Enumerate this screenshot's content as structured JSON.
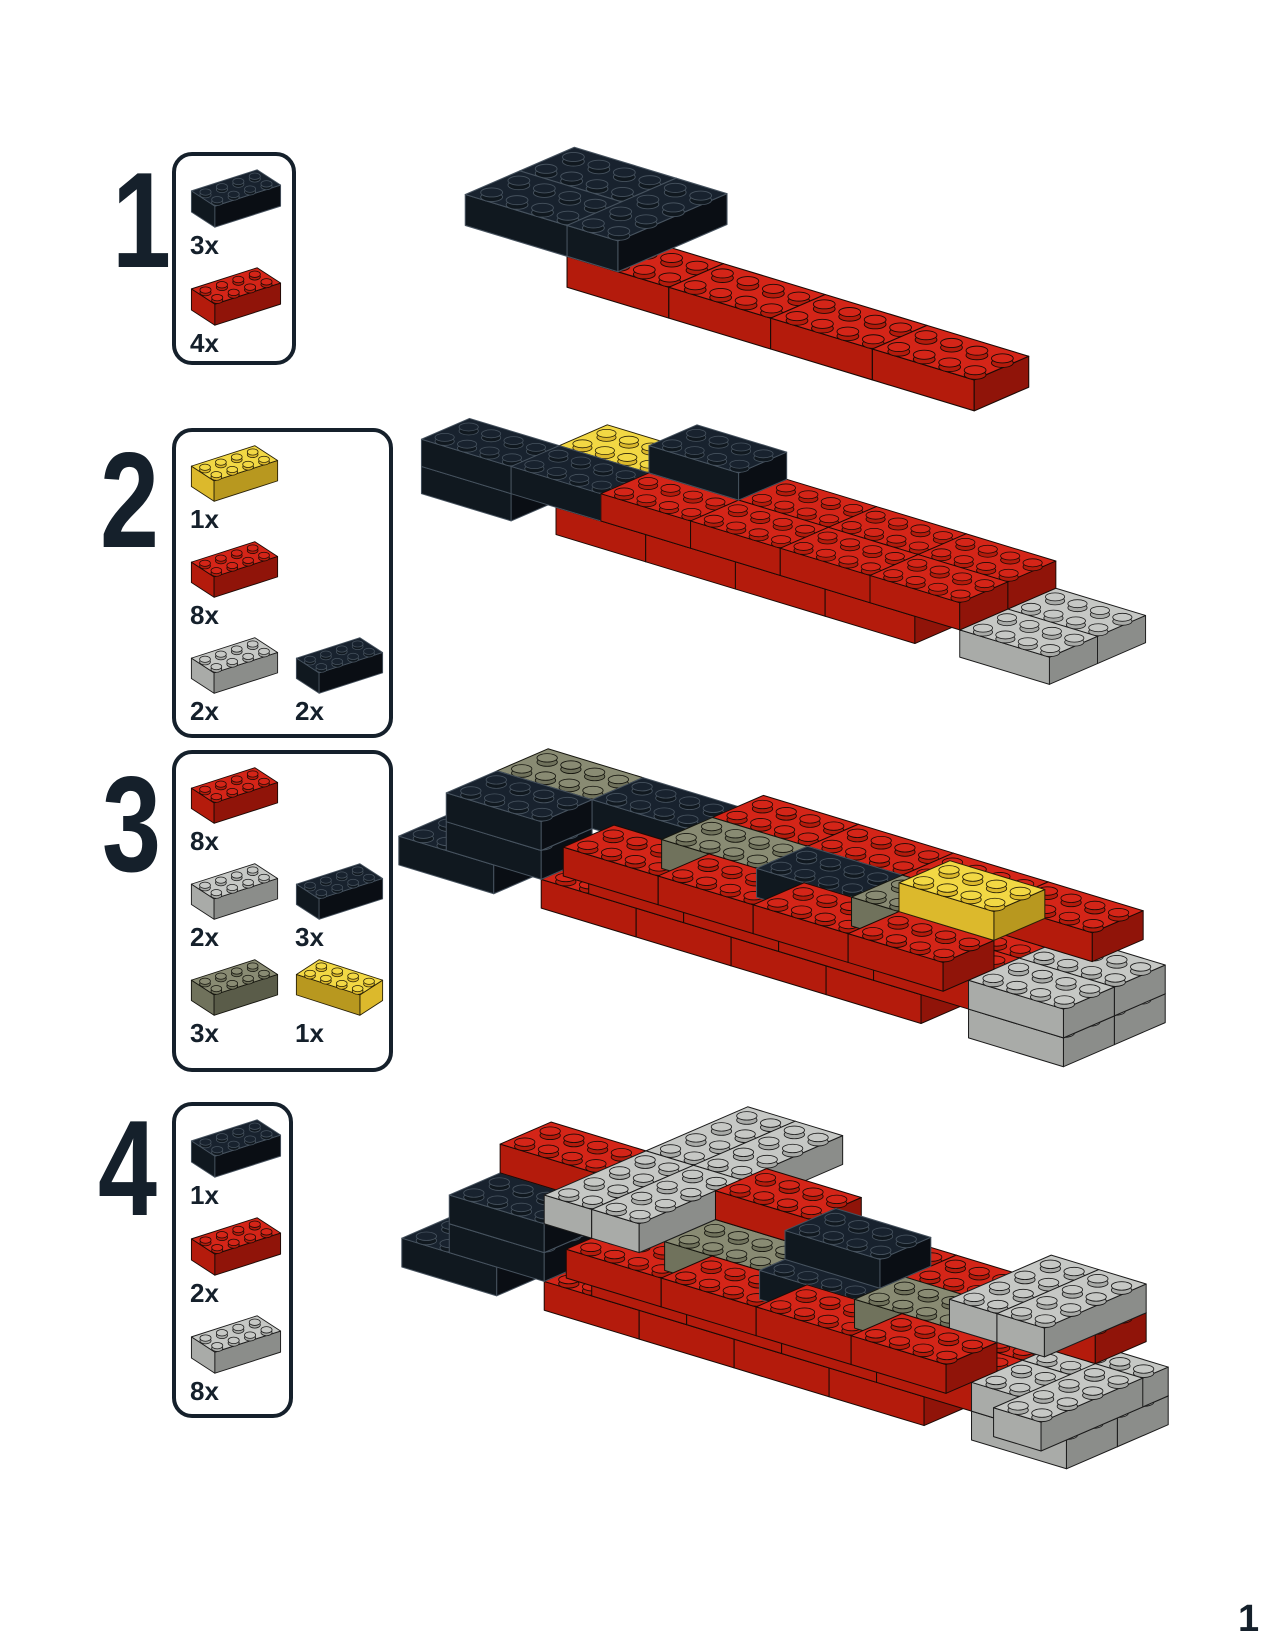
{
  "page": {
    "number": "1",
    "background": "#ffffff",
    "ink": "#15202b"
  },
  "colors": {
    "black": {
      "name": "black brick 2x4",
      "top": "#18222e",
      "front": "#10181f",
      "side": "#0a0e14",
      "line": "#46525e"
    },
    "red": {
      "name": "red brick 2x4",
      "top": "#d42518",
      "front": "#b41b0c",
      "side": "#901409",
      "line": "#1c0a06"
    },
    "yellow": {
      "name": "yellow brick 2x4",
      "top": "#f2d844",
      "front": "#dcb92c",
      "side": "#b8981f",
      "line": "#2a2208"
    },
    "gray": {
      "name": "gray brick 2x4",
      "top": "#c6c8c5",
      "front": "#a9aba8",
      "side": "#8b8d8a",
      "line": "#1c1c1c"
    },
    "darkgray": {
      "name": "dark gray brick 2x4",
      "top": "#898b73",
      "front": "#70725c",
      "side": "#5a5c49",
      "line": "#16160f"
    }
  },
  "steps": [
    {
      "number": "1",
      "parts": [
        {
          "color": "black",
          "count": "3x"
        },
        {
          "color": "red",
          "count": "4x"
        }
      ]
    },
    {
      "number": "2",
      "parts": [
        {
          "color": "yellow",
          "count": "1x"
        },
        {
          "color": "red",
          "count": "8x"
        },
        {
          "color": "gray",
          "count": "2x"
        },
        {
          "color": "black",
          "count": "2x"
        }
      ]
    },
    {
      "number": "3",
      "parts": [
        {
          "color": "red",
          "count": "8x"
        },
        {
          "color": "gray",
          "count": "2x"
        },
        {
          "color": "black",
          "count": "3x"
        },
        {
          "color": "darkgray",
          "count": "3x"
        },
        {
          "color": "yellow",
          "count": "1x",
          "flip": true
        }
      ]
    },
    {
      "number": "4",
      "parts": [
        {
          "color": "black",
          "count": "1x"
        },
        {
          "color": "red",
          "count": "2x"
        },
        {
          "color": "gray",
          "count": "8x"
        }
      ]
    }
  ],
  "assemblies": [
    {
      "step": "1",
      "bricks": [
        [
          "black",
          0,
          0,
          1,
          4,
          2
        ],
        [
          "black",
          0,
          2,
          1,
          4,
          2
        ],
        [
          "black",
          4,
          0,
          1,
          2,
          4
        ],
        [
          "red",
          4,
          2,
          0,
          4,
          2
        ],
        [
          "red",
          8,
          2,
          0,
          4,
          2
        ],
        [
          "red",
          12,
          2,
          0,
          4,
          2
        ],
        [
          "red",
          16,
          2,
          0,
          4,
          2
        ]
      ]
    },
    {
      "step": "2",
      "bricks": [
        [
          "red",
          4,
          2,
          0,
          4,
          2
        ],
        [
          "red",
          8,
          2,
          0,
          4,
          2
        ],
        [
          "red",
          12,
          2,
          0,
          4,
          2
        ],
        [
          "red",
          16,
          2,
          0,
          4,
          2
        ],
        [
          "red",
          6,
          0,
          1,
          4,
          2
        ],
        [
          "red",
          10,
          0,
          1,
          4,
          2
        ],
        [
          "red",
          14,
          0,
          1,
          4,
          2
        ],
        [
          "red",
          18,
          0,
          1,
          4,
          2
        ],
        [
          "red",
          6,
          2,
          1,
          4,
          2
        ],
        [
          "red",
          10,
          2,
          1,
          4,
          2
        ],
        [
          "red",
          14,
          2,
          1,
          4,
          2
        ],
        [
          "red",
          18,
          2,
          1,
          4,
          2
        ],
        [
          "yellow",
          2,
          0,
          1,
          4,
          2
        ],
        [
          "black",
          -2,
          2,
          1,
          4,
          2
        ],
        [
          "black",
          -2,
          2,
          0,
          4,
          2
        ],
        [
          "black",
          2,
          2,
          1,
          4,
          2
        ],
        [
          "black",
          6,
          0,
          2,
          4,
          2
        ],
        [
          "gray",
          22,
          0,
          0,
          4,
          2
        ],
        [
          "gray",
          22,
          2,
          0,
          4,
          2
        ]
      ]
    },
    {
      "step": "3",
      "bricks": [
        [
          "red",
          4,
          2,
          0,
          4,
          2
        ],
        [
          "red",
          8,
          2,
          0,
          4,
          2
        ],
        [
          "red",
          12,
          2,
          0,
          4,
          2
        ],
        [
          "red",
          16,
          2,
          0,
          4,
          2
        ],
        [
          "red",
          6,
          0,
          1,
          4,
          2
        ],
        [
          "red",
          10,
          0,
          1,
          4,
          2
        ],
        [
          "red",
          14,
          0,
          1,
          4,
          2
        ],
        [
          "red",
          18,
          0,
          1,
          4,
          2
        ],
        [
          "red",
          6,
          2,
          1,
          4,
          2
        ],
        [
          "red",
          10,
          2,
          1,
          4,
          2
        ],
        [
          "red",
          14,
          2,
          1,
          4,
          2
        ],
        [
          "red",
          18,
          2,
          1,
          4,
          2
        ],
        [
          "gray",
          22,
          0,
          0,
          4,
          2
        ],
        [
          "gray",
          22,
          2,
          0,
          4,
          2
        ],
        [
          "gray",
          22,
          0,
          1,
          4,
          2
        ],
        [
          "gray",
          22,
          2,
          1,
          4,
          2
        ],
        [
          "red",
          8,
          -1,
          2,
          4,
          2
        ],
        [
          "red",
          12,
          -1,
          2,
          4,
          2
        ],
        [
          "red",
          16,
          -1,
          2,
          4,
          2
        ],
        [
          "red",
          20,
          -1,
          2,
          4,
          2
        ],
        [
          "red",
          6,
          3,
          2,
          4,
          2
        ],
        [
          "red",
          10,
          3,
          2,
          4,
          2
        ],
        [
          "red",
          14,
          3,
          2,
          4,
          2
        ],
        [
          "red",
          18,
          3,
          2,
          4,
          2
        ],
        [
          "darkgray",
          8,
          1,
          2,
          4,
          2
        ],
        [
          "black",
          12,
          1,
          2,
          4,
          2
        ],
        [
          "darkgray",
          16,
          1,
          2,
          4,
          2
        ],
        [
          "darkgray",
          0,
          0,
          2,
          4,
          2
        ],
        [
          "black",
          4,
          0,
          2,
          4,
          2
        ],
        [
          "black",
          0,
          2,
          2,
          4,
          2
        ],
        [
          "black",
          0,
          2,
          1,
          4,
          2
        ],
        [
          "black",
          -2,
          2,
          0,
          4,
          2
        ],
        [
          "yellow",
          18,
          1,
          3,
          4,
          2
        ]
      ]
    },
    {
      "step": "4",
      "bricks": [
        [
          "red",
          4,
          2,
          0,
          4,
          2
        ],
        [
          "red",
          8,
          2,
          0,
          4,
          2
        ],
        [
          "red",
          12,
          2,
          0,
          4,
          2
        ],
        [
          "red",
          16,
          2,
          0,
          4,
          2
        ],
        [
          "red",
          6,
          0,
          1,
          4,
          2
        ],
        [
          "red",
          10,
          0,
          1,
          4,
          2
        ],
        [
          "red",
          14,
          0,
          1,
          4,
          2
        ],
        [
          "red",
          18,
          0,
          1,
          4,
          2
        ],
        [
          "red",
          6,
          2,
          1,
          4,
          2
        ],
        [
          "red",
          10,
          2,
          1,
          4,
          2
        ],
        [
          "red",
          14,
          2,
          1,
          4,
          2
        ],
        [
          "red",
          18,
          2,
          1,
          4,
          2
        ],
        [
          "gray",
          22,
          0,
          0,
          4,
          2
        ],
        [
          "gray",
          22,
          2,
          0,
          4,
          2
        ],
        [
          "gray",
          22,
          0,
          1,
          4,
          2
        ],
        [
          "gray",
          22,
          2,
          1,
          4,
          2
        ],
        [
          "red",
          8,
          -1,
          2,
          4,
          2
        ],
        [
          "red",
          12,
          -1,
          2,
          4,
          2
        ],
        [
          "red",
          16,
          -1,
          2,
          4,
          2
        ],
        [
          "red",
          20,
          -1,
          2,
          4,
          2
        ],
        [
          "red",
          6,
          3,
          2,
          4,
          2
        ],
        [
          "red",
          10,
          3,
          2,
          4,
          2
        ],
        [
          "red",
          14,
          3,
          2,
          4,
          2
        ],
        [
          "red",
          18,
          3,
          2,
          4,
          2
        ],
        [
          "darkgray",
          8,
          1,
          2,
          4,
          2
        ],
        [
          "black",
          12,
          1,
          2,
          4,
          2
        ],
        [
          "darkgray",
          16,
          1,
          2,
          4,
          2
        ],
        [
          "darkgray",
          0,
          0,
          2,
          4,
          2
        ],
        [
          "black",
          4,
          0,
          2,
          4,
          2
        ],
        [
          "black",
          0,
          2,
          2,
          4,
          2
        ],
        [
          "black",
          0,
          2,
          1,
          4,
          2
        ],
        [
          "black",
          -2,
          2,
          0,
          4,
          2
        ],
        [
          "gray",
          4,
          -4,
          3,
          2,
          4
        ],
        [
          "gray",
          6,
          -4,
          3,
          2,
          4
        ],
        [
          "gray",
          4,
          0,
          3,
          2,
          4
        ],
        [
          "gray",
          6,
          0,
          3,
          2,
          4
        ],
        [
          "red",
          8,
          -1,
          3,
          4,
          2
        ],
        [
          "red",
          0,
          0,
          3,
          4,
          2
        ],
        [
          "black",
          12,
          0,
          3,
          4,
          2
        ],
        [
          "gray",
          20,
          -1,
          3,
          2,
          4
        ],
        [
          "gray",
          22,
          -1,
          3,
          2,
          4
        ],
        [
          "gray",
          24,
          1,
          1,
          2,
          4
        ]
      ]
    }
  ]
}
